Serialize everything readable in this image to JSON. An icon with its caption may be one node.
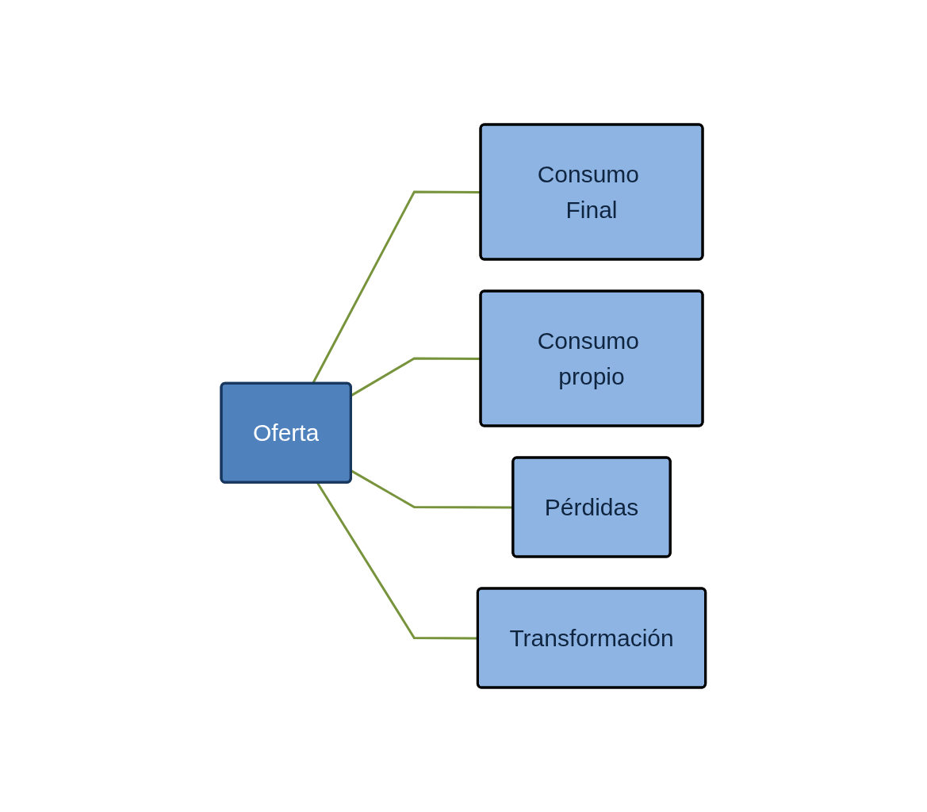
{
  "diagram": {
    "nodes": [
      {
        "text": [
          "Oferta"
        ]
      },
      {
        "text": [
          "Consumo Final"
        ]
      },
      {
        "text": [
          "Consumo propio"
        ]
      },
      {
        "text": [
          "Pérdidas"
        ]
      },
      {
        "text": [
          "Transformación"
        ]
      }
    ],
    "edges": [
      {
        "from": 0,
        "to": 1,
        "arrow": "none"
      },
      {
        "from": 0,
        "to": 2,
        "arrow": "none"
      },
      {
        "from": 0,
        "to": 3,
        "arrow": "none"
      },
      {
        "from": 0,
        "to": 4,
        "arrow": "none"
      }
    ]
  }
}
